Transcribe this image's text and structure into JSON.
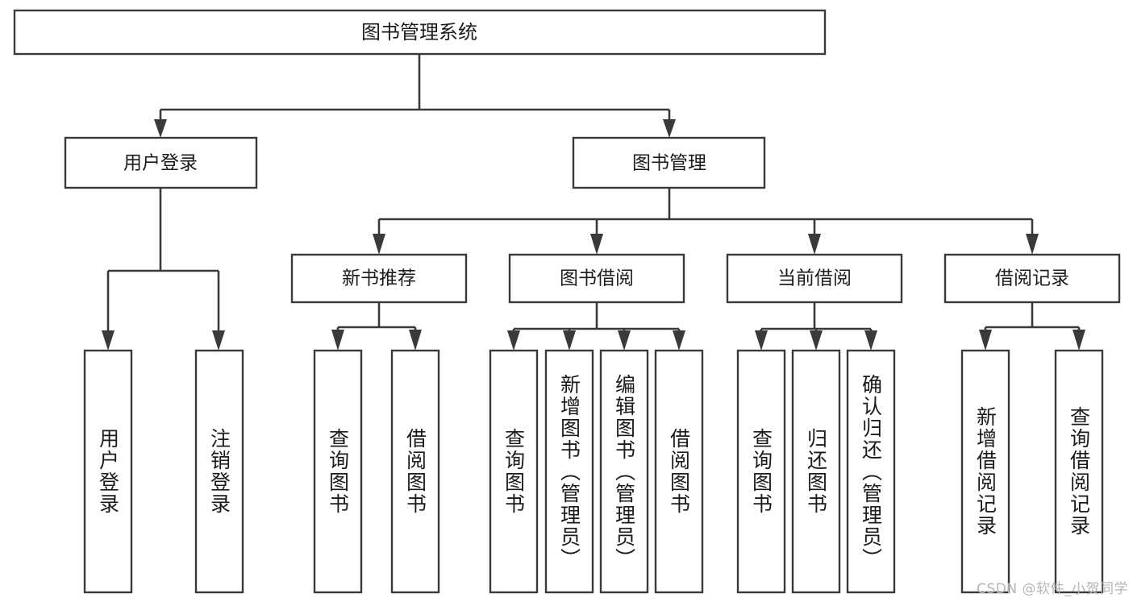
{
  "diagram": {
    "type": "tree",
    "title": "图书管理系统",
    "watermark": "CSDN @软件_小贺同学",
    "colors": {
      "box_stroke": "#3a3a3a",
      "box_fill": "#ffffff",
      "text": "#1b1b1b",
      "connector": "#3a3a3a",
      "watermark": "#b6b6b6",
      "background": "#ffffff"
    },
    "root": {
      "label": "图书管理系统"
    },
    "level1": [
      {
        "label": "用户登录"
      },
      {
        "label": "图书管理"
      }
    ],
    "level2": [
      {
        "label": "新书推荐"
      },
      {
        "label": "图书借阅"
      },
      {
        "label": "当前借阅"
      },
      {
        "label": "借阅记录"
      }
    ],
    "leaves": {
      "user_login": [
        {
          "label": "用户登录"
        },
        {
          "label": "注销登录"
        }
      ],
      "new_book_recommend": [
        {
          "label": "查询图书"
        },
        {
          "label": "借阅图书"
        }
      ],
      "book_borrow": [
        {
          "label": "查询图书"
        },
        {
          "label": "新增图书（管理员）"
        },
        {
          "label": "编辑图书（管理员）"
        },
        {
          "label": "借阅图书"
        }
      ],
      "current_borrow": [
        {
          "label": "查询图书"
        },
        {
          "label": "归还图书"
        },
        {
          "label": "确认归还（管理员）"
        }
      ],
      "borrow_record": [
        {
          "label": "新增借阅记录"
        },
        {
          "label": "查询借阅记录"
        }
      ]
    }
  }
}
